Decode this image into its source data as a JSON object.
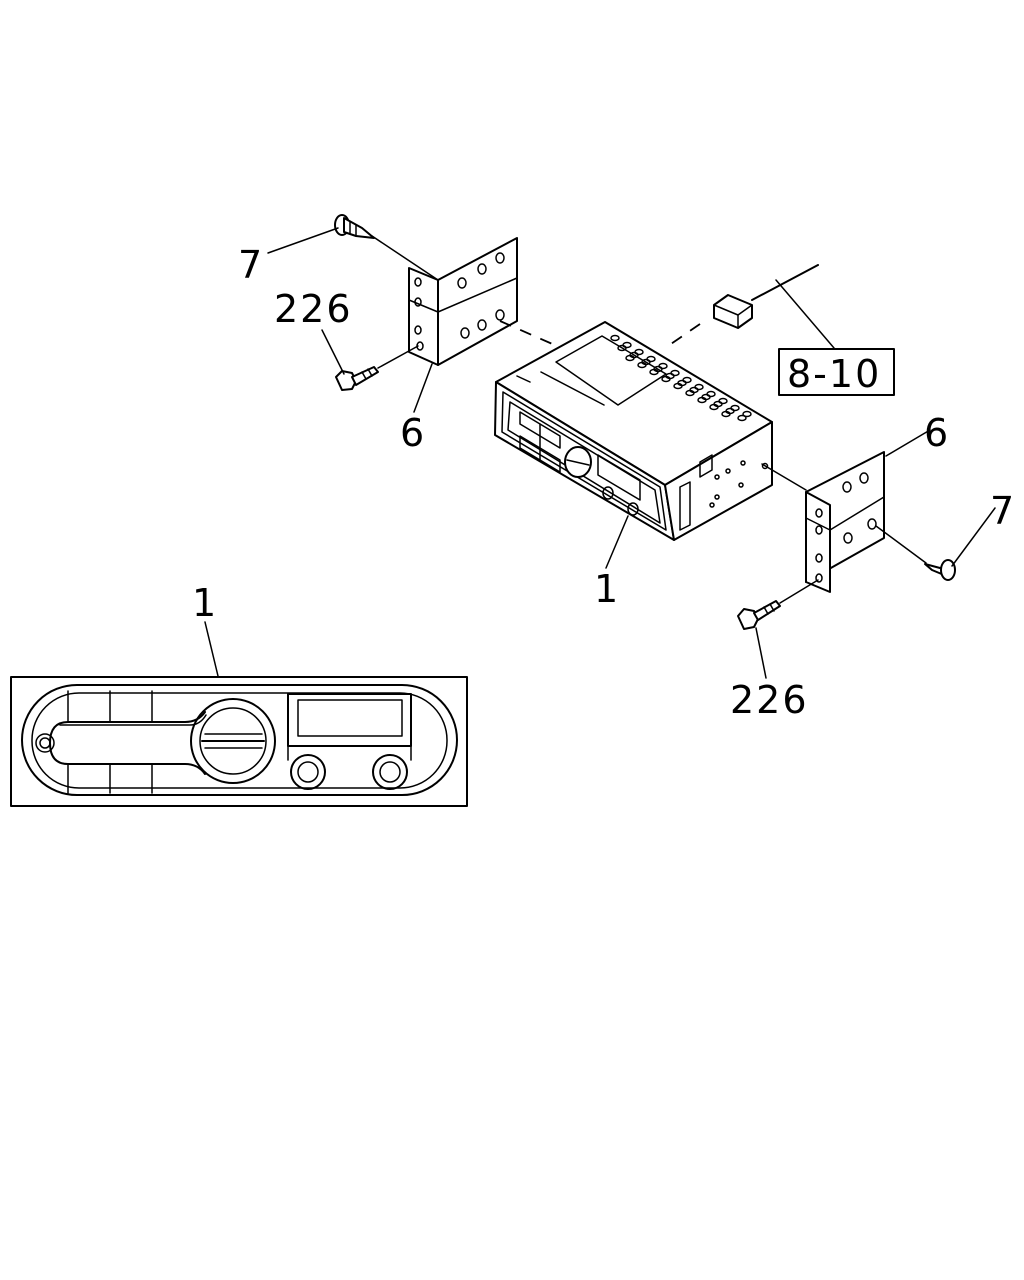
{
  "labels": {
    "screw_top_left": "7",
    "bolt_left": "226",
    "bracket_left": "6",
    "radio_unit": "1",
    "ref_box": "8-10",
    "bracket_right": "6",
    "screw_right": "7",
    "bolt_right": "226",
    "faceplate_detail": "1"
  }
}
